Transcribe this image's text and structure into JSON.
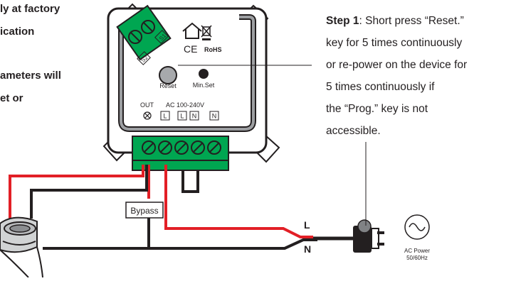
{
  "left_text": {
    "line1": "ly at factory",
    "line2": "ication",
    "line3": "ameters will",
    "line4": "et or"
  },
  "step": {
    "label": "Step 1",
    "line1": ": Short press “Reset.”",
    "line2": "key for 5 times continuously",
    "line3": "or re-power on the device for",
    "line4": "5 times continuously if",
    "line5": "the “Prog.” key is not",
    "line6": "accessible."
  },
  "device": {
    "reset_label": "Reset",
    "minset_label": "Min.Set",
    "out_label": "OUT",
    "ac_label": "AC 100-240V",
    "terminals": [
      "L",
      "L",
      "N",
      "N"
    ],
    "s1_label": "S1",
    "s2_label": "S2",
    "rohs_label": "RoHS",
    "ce_label": "CE"
  },
  "wiring": {
    "bypass_label": "Bypass",
    "l_label": "L",
    "n_label": "N"
  },
  "power": {
    "label_line1": "AC Power",
    "label_line2": "50/60Hz"
  },
  "colors": {
    "wire_live": "#e21f26",
    "wire_neutral": "#231f20",
    "terminal_block": "#00a651",
    "device_border": "#231f20",
    "inner_rail": "#9d9fa2"
  }
}
